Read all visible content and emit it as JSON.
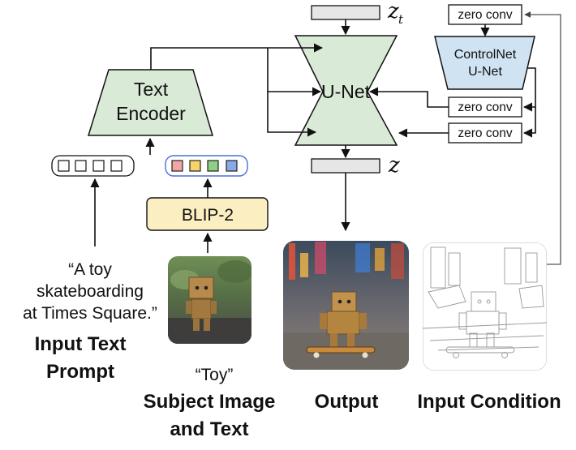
{
  "colors": {
    "encoder_fill": "#d9ead7",
    "controlnet_fill": "#cfe3f2",
    "blip_fill": "#fbeec0",
    "latent_fill": "#e6e6e6",
    "token_pink": "#f4a6a6",
    "token_yellow": "#f7d36b",
    "token_green": "#8fcf86",
    "token_blue": "#8aa9e6",
    "token_border_blue": "#4a70d9"
  },
  "text_encoder": {
    "line1": "Text",
    "line2": "Encoder"
  },
  "unet": {
    "label": "U-Net"
  },
  "controlnet": {
    "line1": "ControlNet",
    "line2": "U-Net"
  },
  "zero_conv": {
    "top": "zero conv",
    "mid": "zero conv",
    "bottom": "zero conv"
  },
  "latents": {
    "input_symbol": "z",
    "input_subscript": "t",
    "output_symbol": "z"
  },
  "blip": {
    "label": "BLIP-2"
  },
  "prompt": {
    "line1": "“A toy",
    "line2": "skateboarding",
    "line3": "at Times Square.”"
  },
  "subject_text": "“Toy”",
  "captions": {
    "input_text_line1": "Input Text",
    "input_text_line2": "Prompt",
    "subject_line1": "Subject Image",
    "subject_line2": "and Text",
    "output": "Output",
    "input_condition": "Input Condition"
  },
  "icons": [
    "subject-toy-photo",
    "output-times-square-photo",
    "edge-map-sketch"
  ]
}
